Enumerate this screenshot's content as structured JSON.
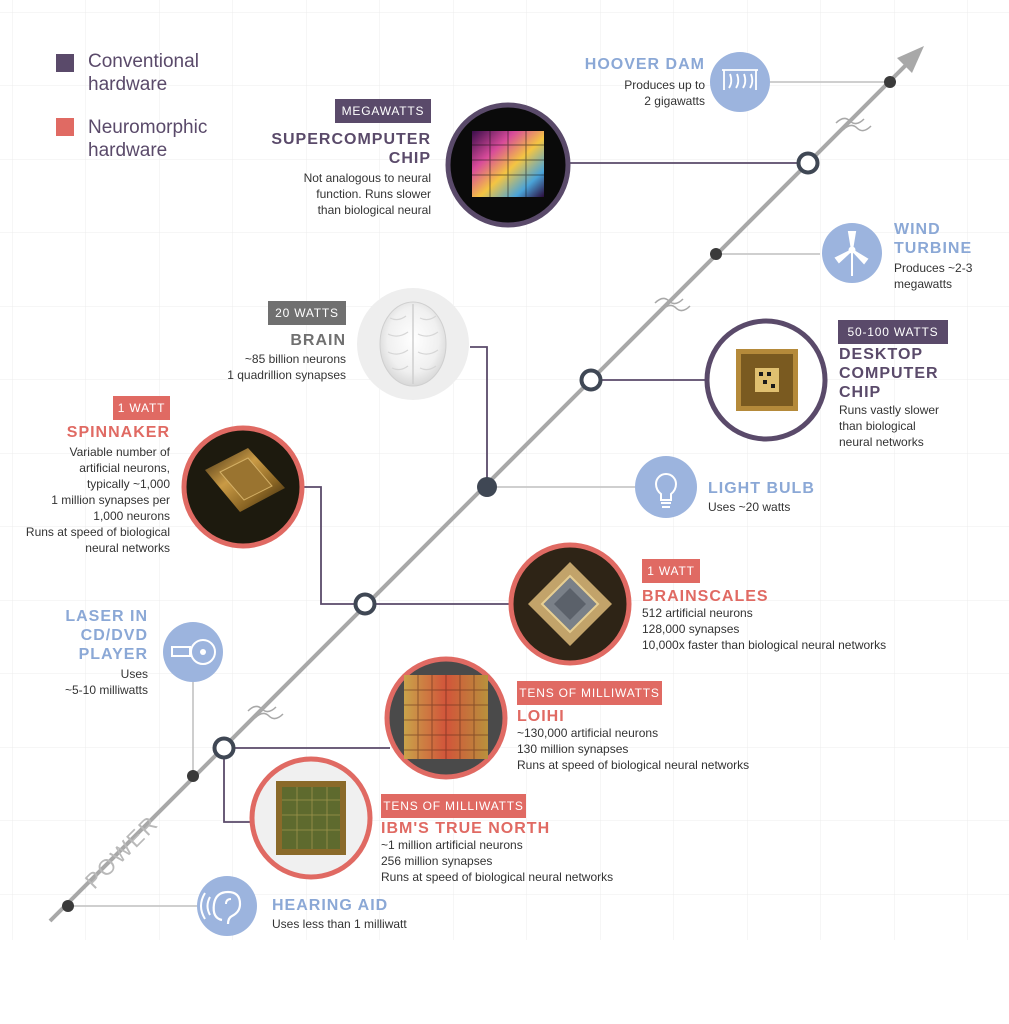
{
  "colors": {
    "conventional": "#5a4a6a",
    "neuromorphic": "#e06a63",
    "reference": "#8ba8d6",
    "axis": "#a8a8a8",
    "badge_gray": "#707070"
  },
  "legend": {
    "conventional": "Conventional hardware",
    "neuromorphic": "Neuromorphic hardware"
  },
  "axis_label": "POWER",
  "items": {
    "hoover_dam": {
      "icon": "dam-icon",
      "title": "HOOVER DAM",
      "desc": [
        "Produces up to",
        "2 gigawatts"
      ]
    },
    "supercomputer": {
      "badge": "MEGAWATTS",
      "title": [
        "SUPERCOMPUTER",
        "CHIP"
      ],
      "desc": [
        "Not analogous to neural",
        "function. Runs slower",
        "than biological neural"
      ]
    },
    "wind_turbine": {
      "icon": "wind-turbine-icon",
      "title": [
        "WIND",
        "TURBINE"
      ],
      "desc": [
        "Produces ~2-3",
        "megawatts"
      ]
    },
    "brain": {
      "badge": "20 WATTS",
      "title": "BRAIN",
      "desc": [
        "~85 billion neurons",
        "1 quadrillion synapses"
      ]
    },
    "desktop": {
      "badge": "50-100 WATTS",
      "title": [
        "DESKTOP",
        "COMPUTER",
        "CHIP"
      ],
      "desc": [
        "Runs vastly slower",
        "than biological",
        "neural networks"
      ]
    },
    "spinnaker": {
      "badge": "1 WATT",
      "title": "SPINNAKER",
      "desc": [
        "Variable number of",
        "artificial neurons,",
        "typically ~1,000",
        "1 million synapses per",
        "1,000 neurons",
        "Runs at speed of biological",
        "neural networks"
      ]
    },
    "light_bulb": {
      "icon": "light-bulb-icon",
      "title": "LIGHT BULB",
      "desc": [
        "Uses ~20 watts"
      ]
    },
    "brainscales": {
      "badge": "1 WATT",
      "title": "BRAINSCALES",
      "desc": [
        "512 artificial neurons",
        "128,000 synapses",
        "10,000x faster than biological neural networks"
      ]
    },
    "laser": {
      "icon": "cd-laser-icon",
      "title": [
        "LASER IN",
        "CD/DVD",
        "PLAYER"
      ],
      "desc": [
        "Uses",
        "~5-10 milliwatts"
      ]
    },
    "loihi": {
      "badge": "TENS OF MILLIWATTS",
      "title": "LOIHI",
      "desc": [
        "~130,000 artificial neurons",
        "130 million synapses",
        "Runs at speed of biological neural networks"
      ]
    },
    "truenorth": {
      "badge": "TENS OF MILLIWATTS",
      "title": "IBM'S TRUE NORTH",
      "desc": [
        "~1 million artificial neurons",
        "256 million synapses",
        "Runs at speed of biological neural networks"
      ]
    },
    "hearing_aid": {
      "icon": "ear-icon",
      "title": "HEARING AID",
      "desc": [
        "Uses less than 1 milliwatt"
      ]
    }
  }
}
